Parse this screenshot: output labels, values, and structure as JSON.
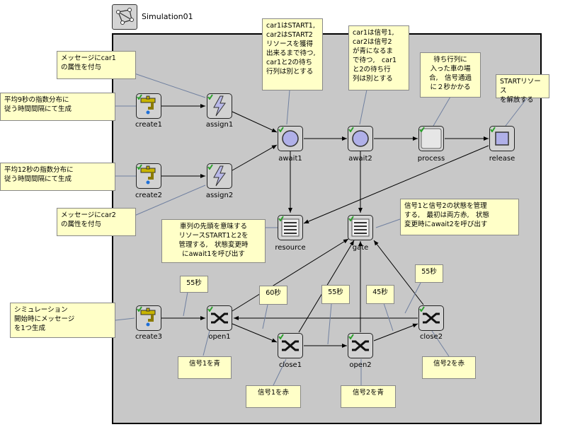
{
  "title": "Simulation01",
  "nodes": {
    "create1": "create1",
    "create2": "create2",
    "create3": "create3",
    "assign1": "assign1",
    "assign2": "assign2",
    "await1": "await1",
    "await2": "await2",
    "process": "process",
    "release": "release",
    "resource": "resource",
    "gate": "gate",
    "open1": "open1",
    "close1": "close1",
    "open2": "open2",
    "close2": "close2"
  },
  "notes": {
    "assign1_msg": "メッセージにcar1\nの属性を付与",
    "create1_gen": "平均9秒の指数分布に\n従う時間間隔にて生成",
    "create2_gen": "平均12秒の指数分布に\n従う時間間隔にて生成",
    "assign2_msg": "メッセージにcar2\nの属性を付与",
    "await1_desc": "car1はSTART1,\ncar2はSTART2\nリソースを獲得\n出来るまで待つ,\ncar1と2の待ち\n行列は別とする",
    "await2_desc": "car1は信号1,\ncar2は信号2\nが青になるま\nで待つ,　car1\nと2の待ち行\n列は別とする",
    "process_desc": "待ち行列に\n入った車の場\n合,　信号通過\nに２秒かかる",
    "release_desc": "STARTリソース\nを解放する",
    "resource_desc": "車列の先頭を意味する\nリソースSTART1と2を\n管理する,　状態変更時\nにawait1を呼び出す",
    "gate_desc": "信号1と信号2の状態を管理\nする,　最初は両方赤,　状態\n変更時にawait2を呼び出す",
    "create3_desc": "シミュレーション\n開始時にメッセージ\nを1つ生成",
    "delay_55a": "55秒",
    "delay_60": "60秒",
    "delay_55b": "55秒",
    "delay_45": "45秒",
    "delay_55c": "55秒",
    "open1_desc": "信号1を青",
    "close1_desc": "信号1を赤",
    "open2_desc": "信号2を青",
    "close2_desc": "信号2を赤"
  },
  "colors": {
    "canvas": "#c8c8c8",
    "note": "#ffffc8",
    "tick": "#2ca02c"
  }
}
